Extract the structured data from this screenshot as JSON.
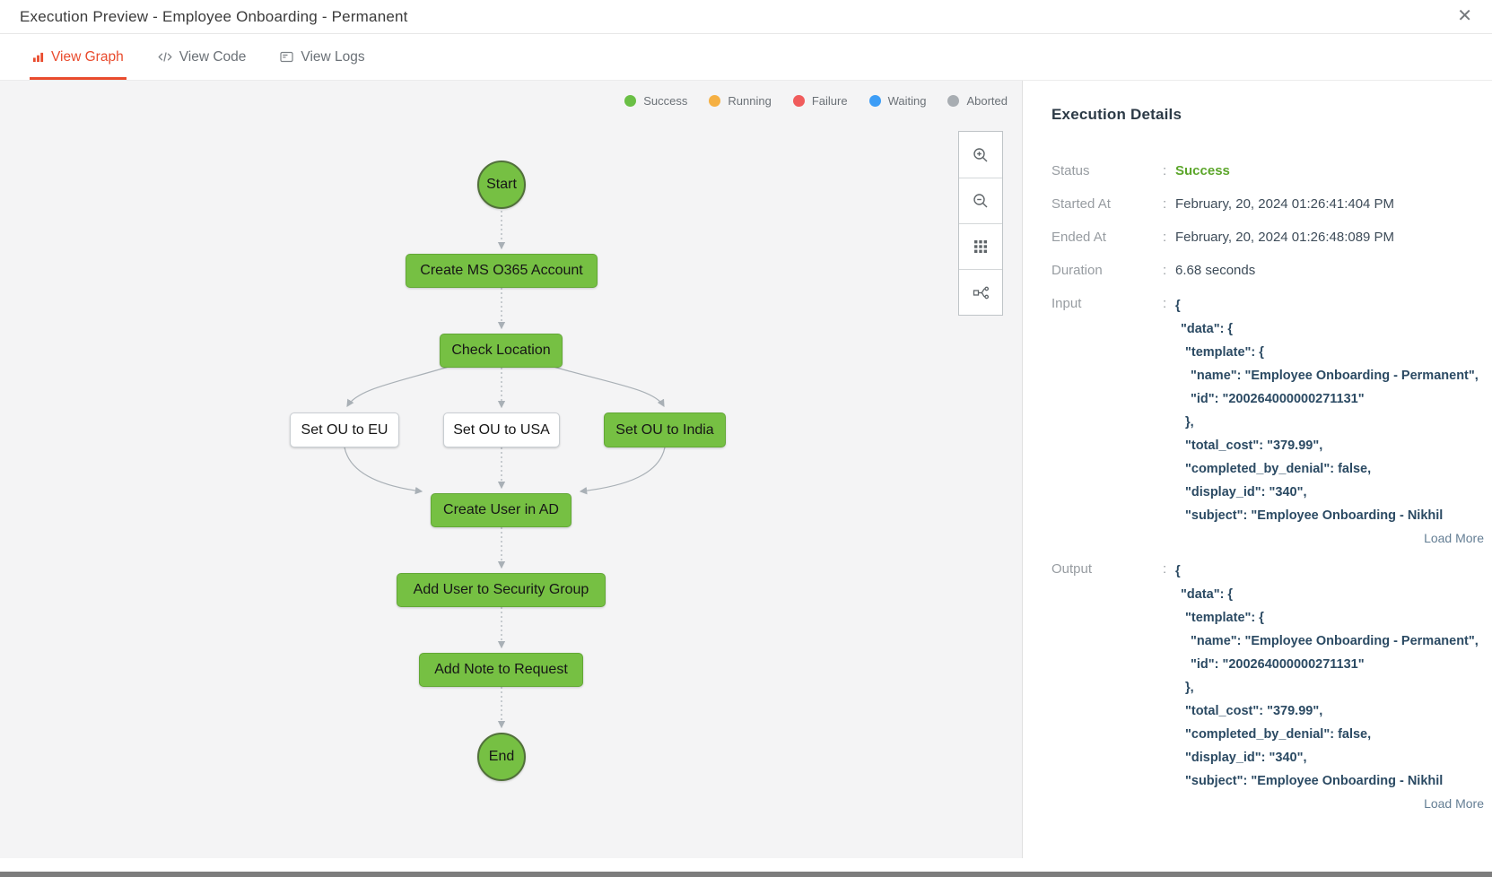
{
  "window": {
    "title": "Execution Preview - Employee Onboarding - Permanent",
    "close_glyph": "✕"
  },
  "tabs": [
    {
      "label": "View Graph",
      "active": true
    },
    {
      "label": "View Code",
      "active": false
    },
    {
      "label": "View Logs",
      "active": false
    }
  ],
  "legend": {
    "items": [
      {
        "label": "Success",
        "color": "#6abf45"
      },
      {
        "label": "Running",
        "color": "#f5b043"
      },
      {
        "label": "Failure",
        "color": "#f05c5c"
      },
      {
        "label": "Waiting",
        "color": "#3d9df6"
      },
      {
        "label": "Aborted",
        "color": "#a8adb2"
      }
    ]
  },
  "colors": {
    "success_node": "#76c043",
    "status_success": "#5ca62b",
    "accent_red": "#e94b2d",
    "connector_gray": "#a9b0b6"
  },
  "flowchart": {
    "nodes": [
      {
        "label": "Start",
        "shape": "circle",
        "status": "success"
      },
      {
        "label": "Create MS O365 Account",
        "shape": "box",
        "status": "success"
      },
      {
        "label": "Check Location",
        "shape": "box",
        "status": "success"
      },
      {
        "label": "Set OU to EU",
        "shape": "box",
        "status": "not-executed"
      },
      {
        "label": "Set OU to USA",
        "shape": "box",
        "status": "not-executed"
      },
      {
        "label": "Set OU to India",
        "shape": "box",
        "status": "success"
      },
      {
        "label": "Create User in AD",
        "shape": "box",
        "status": "success"
      },
      {
        "label": "Add User to Security Group",
        "shape": "box",
        "status": "success"
      },
      {
        "label": "Add Note to Request",
        "shape": "box",
        "status": "success"
      },
      {
        "label": "End",
        "shape": "circle",
        "status": "success"
      }
    ]
  },
  "details": {
    "title": "Execution Details",
    "colon": ":",
    "rows": [
      {
        "label": "Status",
        "value": "Success"
      },
      {
        "label": "Started At",
        "value": "February, 20, 2024 01:26:41:404 PM"
      },
      {
        "label": "Ended At",
        "value": "February, 20, 2024 01:26:48:089 PM"
      },
      {
        "label": "Duration",
        "value": "6.68 seconds"
      }
    ],
    "input_label": "Input",
    "output_label": "Output",
    "load_more": "Load More",
    "json_lines": [
      {
        "t": "{"
      },
      {
        "t": "\"data\": {"
      },
      {
        "t": "\"template\": {"
      },
      {
        "t": "\"name\": \"Employee Onboarding - Permanent\","
      },
      {
        "t": "\"id\": \"200264000000271131\""
      },
      {
        "t": "},"
      },
      {
        "t": "\"total_cost\": \"379.99\","
      },
      {
        "t": "\"completed_by_denial\": false,"
      },
      {
        "t": "\"display_id\": \"340\","
      },
      {
        "t": "\"subject\": \"Employee Onboarding - Nikhil"
      }
    ]
  }
}
